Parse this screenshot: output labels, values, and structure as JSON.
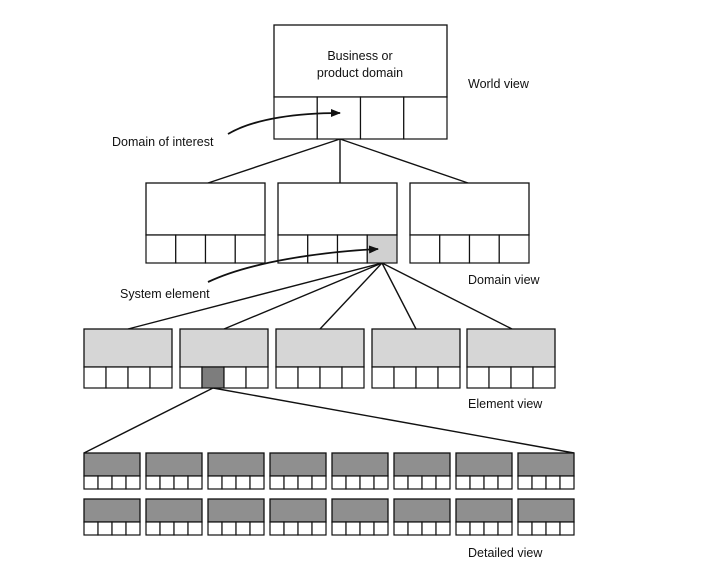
{
  "diagram": {
    "world_box_text": [
      "Business or",
      "product domain"
    ],
    "labels": {
      "world_view": "World view",
      "domain_of_interest": "Domain of interest",
      "domain_view": "Domain view",
      "system_element": "System element",
      "element_view": "Element view",
      "detailed_view": "Detailed view"
    },
    "colors": {
      "line": "#111111",
      "light_fill": "#d6d6d6",
      "dark_fill": "#8f8f8f"
    }
  }
}
